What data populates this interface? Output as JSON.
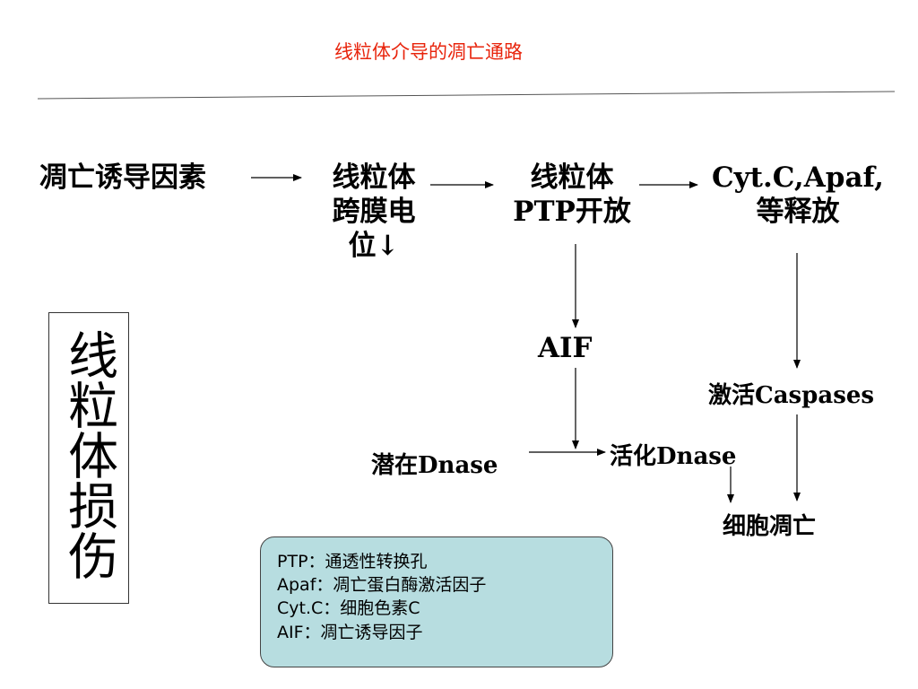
{
  "title": "线粒体介导的凋亡通路",
  "nodes": {
    "inducer": "凋亡诱导因素",
    "membrane_potential": [
      "线粒体",
      "跨膜电",
      "位↓"
    ],
    "ptp_open": [
      "线粒体",
      "PTP开放"
    ],
    "release": [
      "Cyt.C,Apaf,",
      "等释放"
    ],
    "aif": "AIF",
    "caspases": "激活Caspases",
    "latent_dnase": "潜在Dnase",
    "active_dnase": "活化Dnase",
    "apoptosis": "细胞凋亡"
  },
  "side_label": "线粒体损伤",
  "legend": [
    "PTP：通透性转换孔",
    "Apaf：凋亡蛋白酶激活因子",
    "Cyt.C：细胞色素C",
    "AIF：凋亡诱导因子"
  ],
  "colors": {
    "title": "#e8240c",
    "legend_bg": "#b7dde0"
  }
}
